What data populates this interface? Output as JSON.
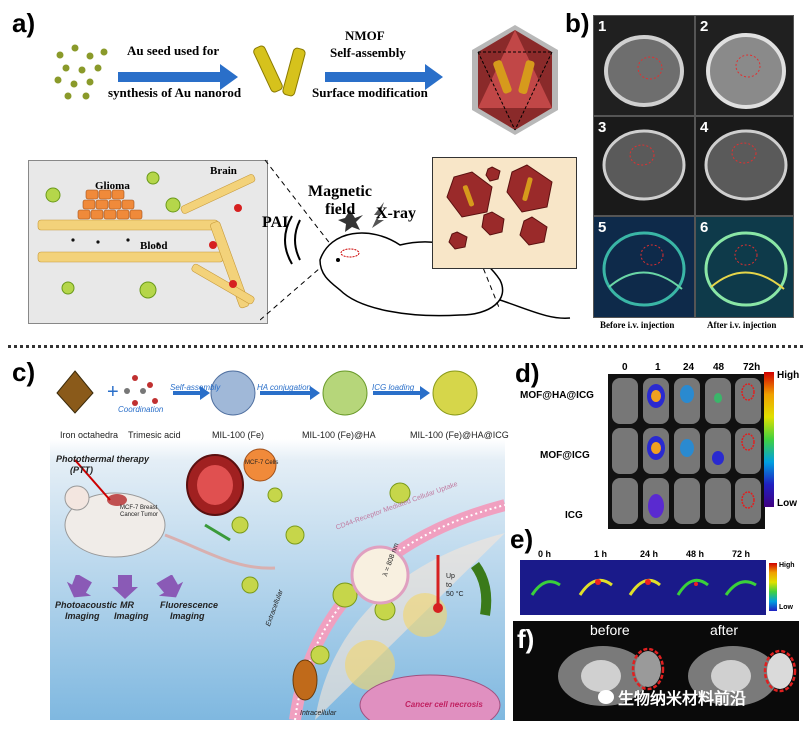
{
  "panels": {
    "a": {
      "label": "a)",
      "step1_line1": "Au seed used for",
      "step1_line2": "synthesis of Au nanorod",
      "step2_line1": "NMOF",
      "step2_line2": "Self-assembly",
      "step2_line3": "Surface modification",
      "brain_label": "Brain",
      "glioma_label": "Glioma",
      "blood_label": "Blood",
      "pai_label": "PAI",
      "magnetic_line1": "Magnetic",
      "magnetic_line2": "field",
      "xray_label": "X-ray"
    },
    "b": {
      "label": "b)",
      "images": [
        "1",
        "2",
        "3",
        "4",
        "5",
        "6"
      ],
      "caption_before": "Before i.v. injection",
      "caption_after": "After i.v. injection"
    },
    "c": {
      "label": "c)",
      "steps": [
        "Coordination",
        "Self-assembly",
        "HA conjugation",
        "ICG loading"
      ],
      "materials": [
        "Iron octahedra",
        "Trimesic acid",
        "MIL-100 (Fe)",
        "MIL-100 (Fe)@HA",
        "MIL-100 (Fe)@HA@ICG"
      ],
      "ptt_line1": "Photothermal therapy",
      "ptt_line2": "(PTT)",
      "mcf_cells": "MCF-7 Cells",
      "tumor_line1": "MCF-7 Breast",
      "tumor_line2": "Cancer Tumor",
      "imaging": [
        {
          "line1": "Photoacoustic",
          "line2": "Imaging"
        },
        {
          "line1": "MR",
          "line2": "Imaging"
        },
        {
          "line1": "Fluorescence",
          "line2": "Imaging"
        }
      ],
      "endocytosis": "CD44-Receptor Mediated Cellular Uptake",
      "wavelength": "λ = 808 nm",
      "temp_line1": "Up",
      "temp_line2": "to",
      "temp_line3": "50 °C",
      "extracellular": "Extracellular",
      "intracellular": "Intracellular",
      "necrosis": "Cancer cell necrosis"
    },
    "d": {
      "label": "d)",
      "timepoints": [
        "0",
        "1",
        "24",
        "48",
        "72h"
      ],
      "rows": [
        "MOF@HA@ICG",
        "MOF@ICG",
        "ICG"
      ],
      "scale_high": "High",
      "scale_low": "Low"
    },
    "e": {
      "label": "e)",
      "timepoints": [
        "0 h",
        "1 h",
        "24 h",
        "48 h",
        "72 h"
      ],
      "scale_high": "High",
      "scale_low": "Low"
    },
    "f": {
      "label": "f)",
      "before": "before",
      "after": "after"
    }
  },
  "watermark": "生物纳米材料前沿"
}
